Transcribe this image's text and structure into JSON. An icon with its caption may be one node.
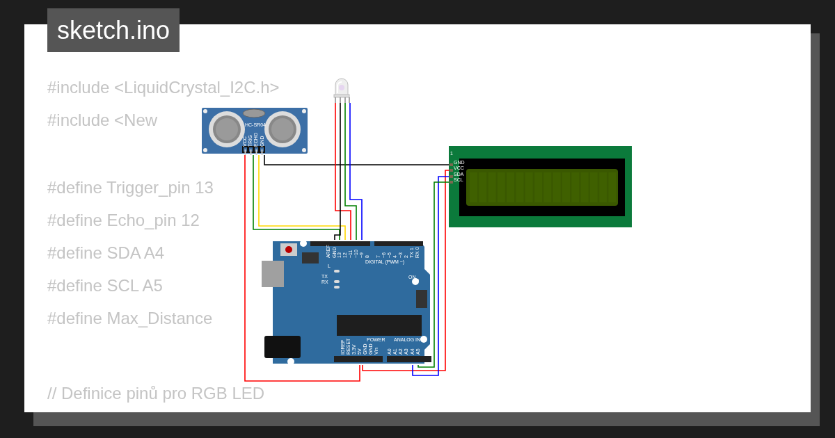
{
  "diagram": {
    "title": "sketch.ino",
    "nodes": [
      {
        "text": [
          "HC-SR04",
          "VCC",
          "TRIG",
          "ECHO",
          "GND"
        ]
      },
      {
        "text": [],
        "shape": "picture"
      },
      {
        "text": [
          "1",
          "GND",
          "VCC",
          "SDA",
          "SCL"
        ]
      },
      {
        "text": [
          "AREF",
          "GND",
          "13",
          "12",
          "~11",
          "~10",
          "~9",
          "8",
          "7",
          "~6",
          "~5",
          "4",
          "~3",
          "2",
          "TX 1",
          "RX 0",
          "DIGITAL (PWM ~)",
          "L",
          "TX",
          "RX",
          "ON",
          "IOREF",
          "RESET",
          "3.3V",
          "5V",
          "GND",
          "GND",
          "Vin",
          "POWER",
          "ANALOG IN",
          "A0",
          "A1",
          "A2",
          "A3",
          "A4",
          "A5"
        ]
      }
    ],
    "edges": [
      {
        "from": 0,
        "to": 3,
        "arrow": "none",
        "color": "#ff0000"
      },
      {
        "from": 0,
        "to": 3,
        "arrow": "none",
        "color": "#008000"
      },
      {
        "from": 0,
        "to": 3,
        "arrow": "none",
        "color": "#ffd700"
      },
      {
        "from": 0,
        "to": 2,
        "arrow": "none",
        "color": "#000000"
      },
      {
        "from": 1,
        "to": 3,
        "arrow": "none",
        "color": "#ff0000"
      },
      {
        "from": 1,
        "to": 3,
        "arrow": "none",
        "color": "#000000"
      },
      {
        "from": 1,
        "to": 3,
        "arrow": "none",
        "color": "#008000"
      },
      {
        "from": 1,
        "to": 3,
        "arrow": "none",
        "color": "#0000ff"
      },
      {
        "from": 2,
        "to": 3,
        "arrow": "none",
        "color": "#ff0000"
      },
      {
        "from": 2,
        "to": 3,
        "arrow": "none",
        "color": "#0000ff"
      },
      {
        "from": 2,
        "to": 3,
        "arrow": "none",
        "color": "#008000"
      }
    ],
    "labels": [
      "#include <LiquidCrystal_I2C.h>",
      "#include <New",
      "#define Trigger_pin 13",
      "#define Echo_pin 12",
      "#define SDA A4",
      "#define SCL A5",
      "#define Max_Distance",
      "// Definice pinů pro RGB LED"
    ]
  }
}
